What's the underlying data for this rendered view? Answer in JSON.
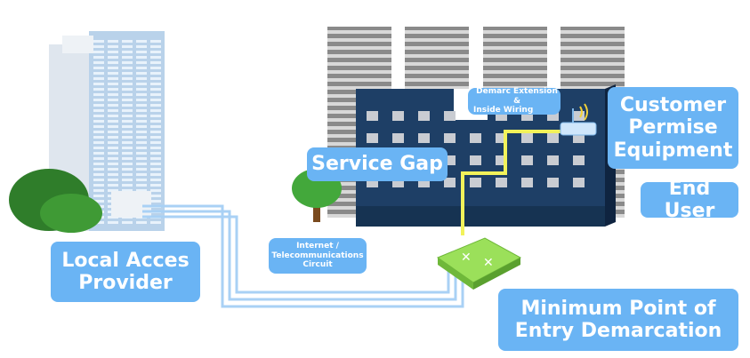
{
  "labels": {
    "local_access": [
      "Local Acces",
      "Provider"
    ],
    "circuit": [
      "Internet /",
      "Telecommunications",
      "Circuit"
    ],
    "service_gap": "Service Gap",
    "demarc_ext": [
      "Demarc Extension &",
      "Inside Wiring"
    ],
    "cpe": [
      "Customer",
      "Permise",
      "Equipment"
    ],
    "end_user": "End User",
    "mpoe": [
      "Minimum Point of",
      "Entry Demarcation"
    ]
  },
  "colors": {
    "callout": "#6ab4f4",
    "building": "#1e3f66",
    "wiring": "#f2f25a",
    "demarc_box": "#9be05a",
    "circuit_lines": "#a9d1f5"
  }
}
